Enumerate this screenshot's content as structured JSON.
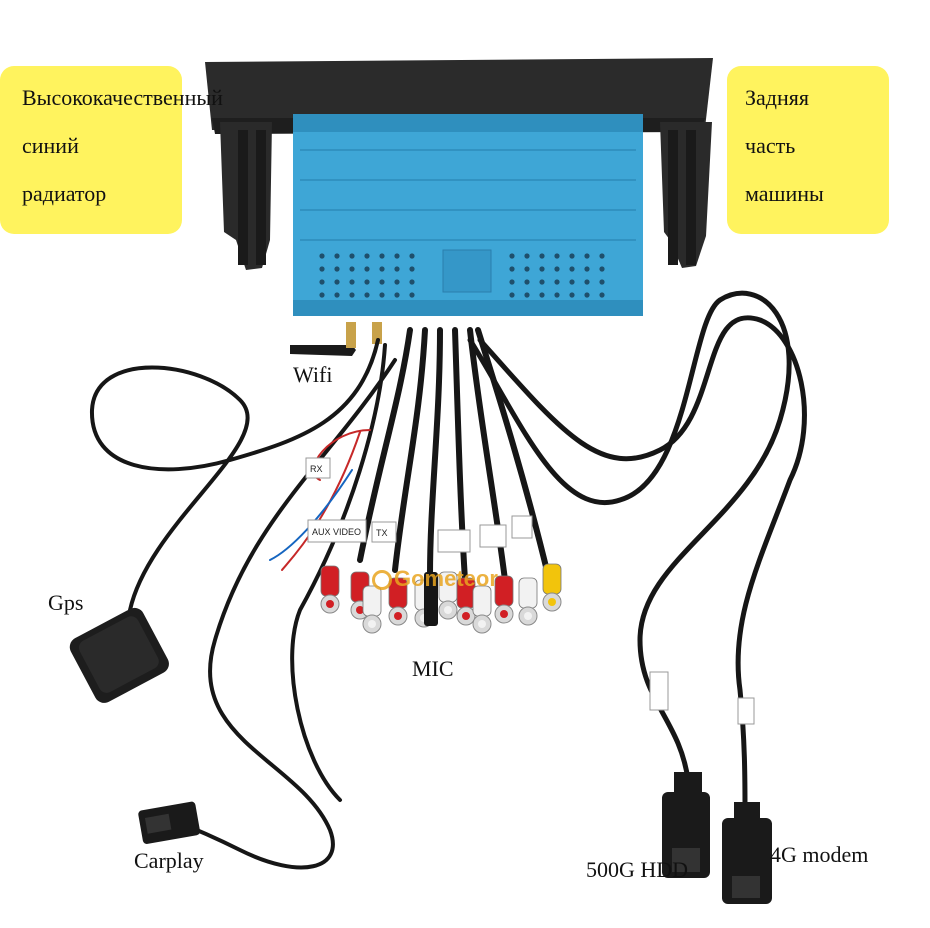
{
  "callouts": {
    "left": [
      "Высококачественный",
      "синий",
      "радиатор"
    ],
    "right": [
      "Задняя",
      "часть",
      "машины"
    ]
  },
  "labels": {
    "wifi": "Wifi",
    "gps": "Gps",
    "mic": "MIC",
    "carplay": "Carplay",
    "hdd": "500G HDD",
    "modem": "4G modem"
  },
  "tags": {
    "rx": "RX",
    "tx": "TX",
    "aux": "AUX VIDEO"
  },
  "watermark": "Gometeor",
  "colors": {
    "callout": "#fff35e",
    "heatsink": "#3ea6d6",
    "frame": "#2b2b2b",
    "cable": "#161616",
    "rca_red": "#d11f24",
    "rca_white": "#f2f2f2",
    "rca_yellow": "#f2c40c"
  }
}
